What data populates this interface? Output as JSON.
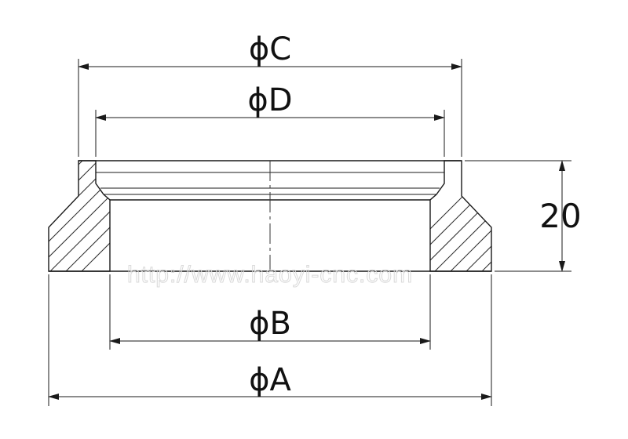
{
  "drawing": {
    "labels": {
      "dia_c": "ϕC",
      "dia_d": "ϕD",
      "dia_b": "ϕB",
      "dia_a": "ϕA",
      "height": "20"
    },
    "watermark": "http://www.haoyi-cnc.com"
  }
}
